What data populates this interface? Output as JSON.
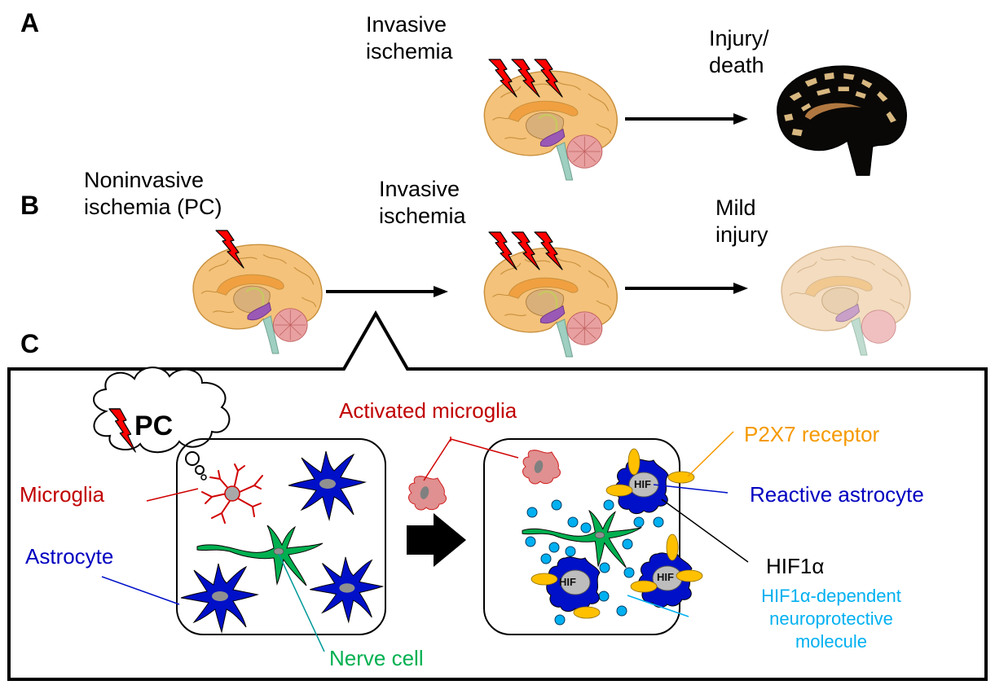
{
  "panels": {
    "A": {
      "letter": "A",
      "stage1_label_line1": "Invasive",
      "stage1_label_line2": "ischemia",
      "stage2_label_line1": "Injury/",
      "stage2_label_line2": "death",
      "lightning_count": 3
    },
    "B": {
      "letter": "B",
      "stage1_label_line1": "Noninvasive",
      "stage1_label_line2": "ischemia (PC)",
      "stage2_label_line1": "Invasive",
      "stage2_label_line2": "ischemia",
      "stage3_label_line1": "Mild",
      "stage3_label_line2": "injury",
      "stage1_lightning_count": 1,
      "stage2_lightning_count": 3
    },
    "C": {
      "letter": "C",
      "thought_bubble_text": "PC",
      "labels": {
        "microglia": "Microglia",
        "astrocyte": "Astrocyte",
        "nerve_cell": "Nerve cell",
        "activated_microglia": "Activated microglia",
        "p2x7_receptor": "P2X7 receptor",
        "reactive_astrocyte": "Reactive astrocyte",
        "hif1a": "HIF1α",
        "neuroprotective_line1": "HIF1α-dependent",
        "neuroprotective_line2": "neuroprotective",
        "neuroprotective_line3": "molecule"
      },
      "hif_nucleus_text": "HIF"
    }
  },
  "colors": {
    "microglia_red": "#c00000",
    "astrocyte_blue": "#0000c0",
    "nerve_green": "#00b050",
    "nerve_line_teal": "#009999",
    "p2x7_orange": "#f59a00",
    "receptor_yellow": "#ffc000",
    "molecule_cyan": "#00b0f0",
    "lightning_red": "#ff0000",
    "activated_microglia_fill": "#e09090"
  }
}
